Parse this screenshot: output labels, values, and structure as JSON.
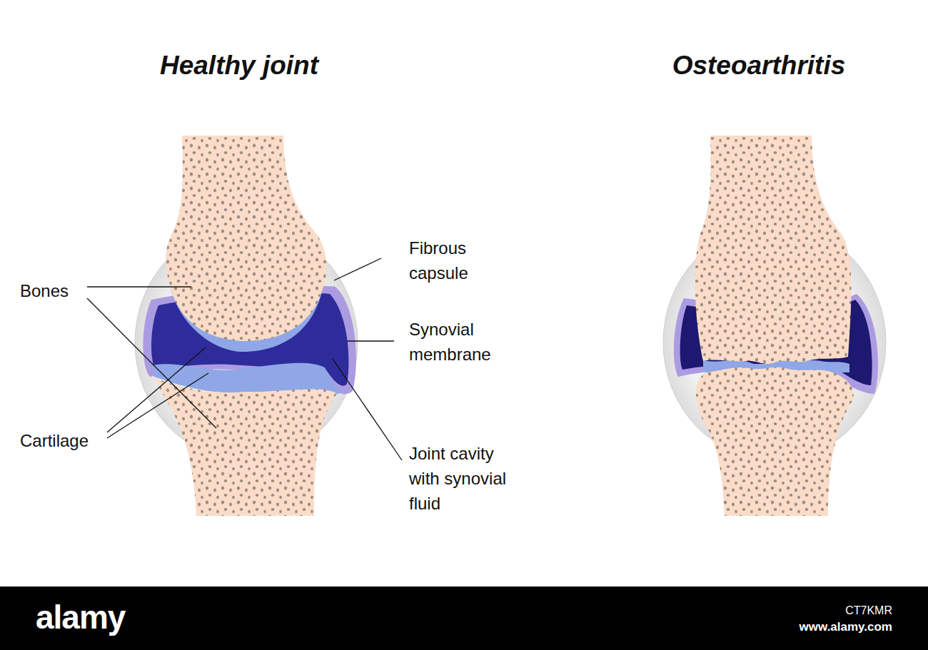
{
  "diagram": {
    "labels": [
      "Healthy joint",
      "Osteoarthritis",
      "Bones",
      "Fibrous capsule",
      "Synovial membrane",
      "Cartilage",
      "Joint cavity with synovial fluid",
      "alamy",
      "CT7KMR",
      "www.alamy.com"
    ]
  }
}
